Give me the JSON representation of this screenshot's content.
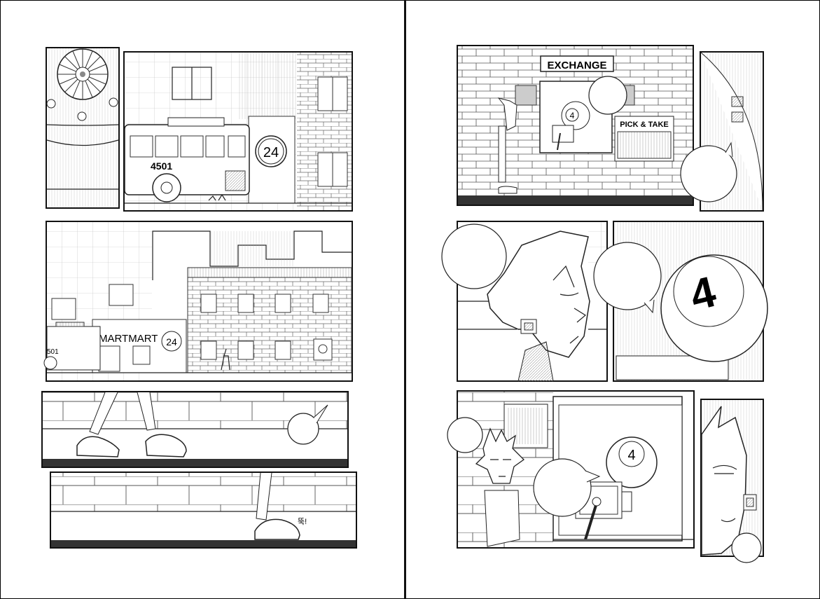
{
  "layout_type": "two-page comic spread",
  "left_page": {
    "panel1": {
      "bus_number": "4501",
      "store_number": "24"
    },
    "panel2": {
      "store_sign": "MARTMART",
      "store_number": "24",
      "bus_number_partial": "501"
    },
    "panel4": {
      "sfx": "뚝!"
    }
  },
  "right_page": {
    "panel1": {
      "exchange_sign": "EXCHANGE",
      "pick_sign": "PICK & TAKE",
      "ball_number": "4"
    },
    "panel3": {
      "ball_number": "4"
    },
    "panel4": {
      "ball_number": "4"
    }
  },
  "colors": {
    "ink": "#222222",
    "paper": "#ffffff",
    "dark_strip": "#333333"
  }
}
